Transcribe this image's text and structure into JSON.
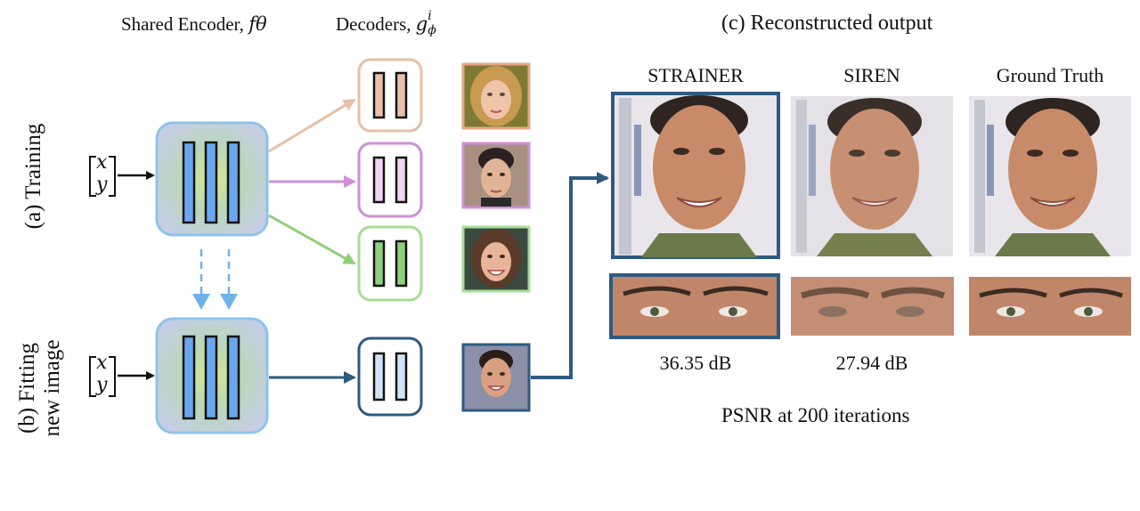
{
  "headers": {
    "shared_encoder": "Shared Encoder, ",
    "shared_encoder_math": "fθ",
    "decoders": "Decoders, ",
    "decoders_math": "g",
    "decoders_math_sub": "ϕ",
    "decoders_math_sup": "i",
    "reconstructed": "(c) Reconstructed output"
  },
  "side_labels": {
    "training": "(a) Training",
    "fitting_line1": "(b) Fitting",
    "fitting_line2": "new image"
  },
  "input_vector": {
    "x": "x",
    "y": "y"
  },
  "columns": [
    "STRAINER",
    "SIREN",
    "Ground Truth"
  ],
  "psnr_values": [
    "36.35 dB",
    "27.94 dB"
  ],
  "footer": "PSNR at 200 iterations",
  "colors": {
    "decoder_1": "#e8bfa6",
    "decoder_2": "#cf8fd6",
    "decoder_3": "#8fd07a",
    "decoder_new": "#2f5a80",
    "encoder_border": "#8cc4e8",
    "bar_fill": "#6aa8ee",
    "arrow_dashed": "#6fb2ea"
  },
  "icons": [
    "face-photo",
    "eyes-crop",
    "arrow",
    "dashed-arrow"
  ]
}
